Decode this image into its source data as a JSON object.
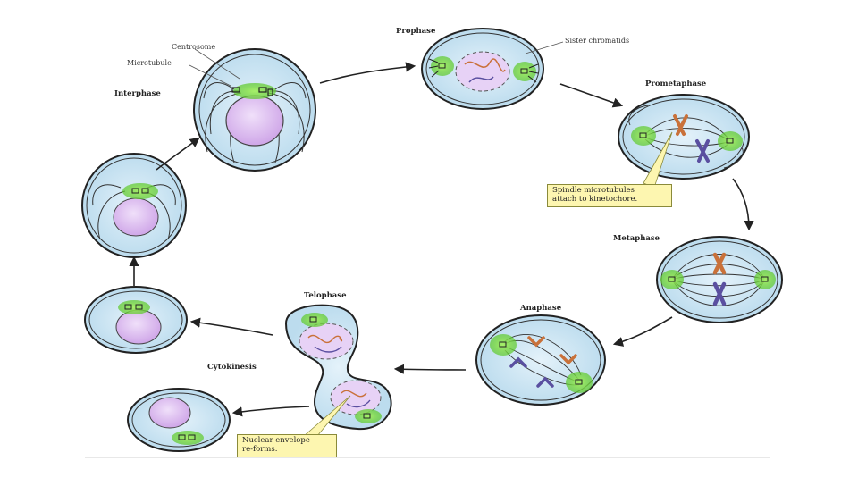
{
  "labels": {
    "interphase": "Interphase",
    "prophase": "Prophase",
    "prometaphase": "Prometaphase",
    "metaphase": "Metaphase",
    "anaphase": "Anaphase",
    "telophase": "Telophase",
    "cytokinesis": "Cytokinesis",
    "centrosome": "Centrosome",
    "microtubule": "Microtubule",
    "sister_chromatids": "Sister chromatids"
  },
  "callouts": {
    "spindle_line1": "Spindle microtubules",
    "spindle_line2": "attach to kinetochore.",
    "nuclear_line1": "Nuclear envelope",
    "nuclear_line2": "re-forms."
  },
  "colors": {
    "cytoplasm": "#cfe6f3",
    "nucleus": "#d8b8ec",
    "centrosome_glow": "#7dd83b",
    "chromosome_orange": "#c9713a",
    "chromosome_purple": "#5a4fa0",
    "callout_fill": "#fdf6b0"
  }
}
